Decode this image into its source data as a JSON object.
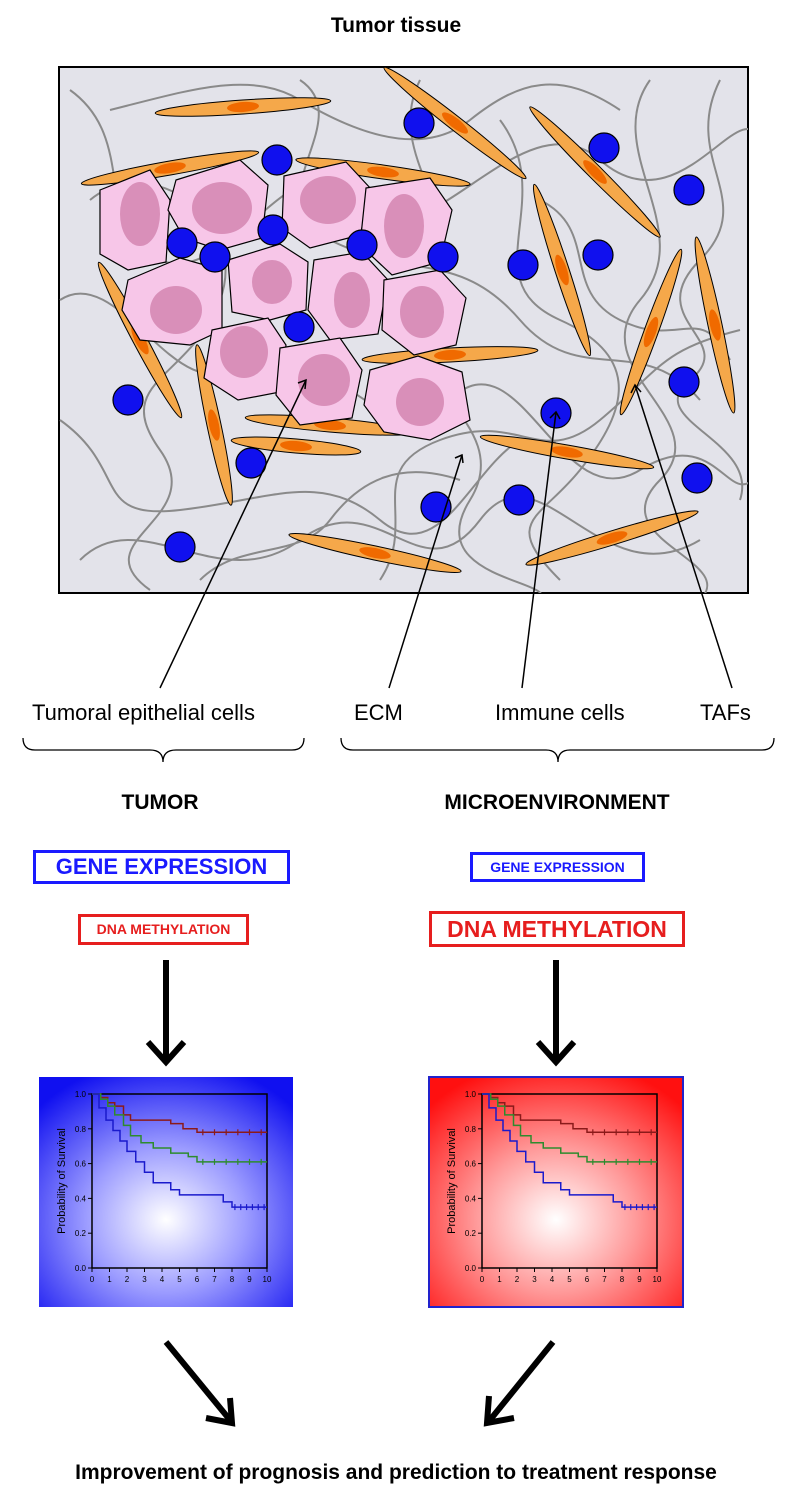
{
  "title": "Tumor tissue",
  "labels": {
    "tumoral_epithelial": "Tumoral epithelial cells",
    "ecm": "ECM",
    "immune": "Immune cells",
    "tafs": "TAFs"
  },
  "groups": {
    "tumor": "TUMOR",
    "microenvironment": "MICROENVIRONMENT"
  },
  "boxes": {
    "left_gene": "GENE EXPRESSION",
    "left_dna": "DNA METHYLATION",
    "right_gene": "GENE EXPRESSION",
    "right_dna": "DNA METHYLATION"
  },
  "colors": {
    "gene_blue": "#1a1aff",
    "dna_red": "#e61e1e",
    "tissue_bg": "#e3e3ea",
    "tumor_cell": "#f7c6e8",
    "nucleus": "#d98fb9",
    "immune": "#1010ee",
    "taf": "#f5a84a",
    "taf_nucleus": "#f06a00"
  },
  "footer": "Improvement of prognosis and prediction to treatment response",
  "chart_data": [
    {
      "type": "line",
      "step": true,
      "background": "blue",
      "ylabel": "Probability of Survival",
      "xlim": [
        0,
        10
      ],
      "ylim": [
        0,
        1.0
      ],
      "x_ticks": [
        "0",
        "1",
        "2",
        "3",
        "4",
        "5",
        "6",
        "7",
        "8",
        "9",
        "10"
      ],
      "y_ticks": [
        "0.0",
        "0.2",
        "0.4",
        "0.6",
        "0.8",
        "1.0"
      ],
      "series": [
        {
          "color": "#8b1a1a",
          "x": [
            0,
            0.5,
            0.9,
            1.3,
            1.8,
            2.2,
            4.5,
            5.2,
            6.0,
            10
          ],
          "y": [
            1.0,
            0.98,
            0.95,
            0.93,
            0.88,
            0.85,
            0.83,
            0.8,
            0.78,
            0.78
          ]
        },
        {
          "color": "#2e8b2e",
          "x": [
            0,
            0.5,
            0.9,
            1.3,
            1.8,
            2.2,
            2.8,
            3.5,
            4.5,
            5.5,
            6.0,
            10
          ],
          "y": [
            1.0,
            0.97,
            0.93,
            0.88,
            0.82,
            0.76,
            0.72,
            0.69,
            0.66,
            0.64,
            0.61,
            0.61
          ]
        },
        {
          "color": "#1a1acc",
          "x": [
            0,
            0.4,
            0.8,
            1.2,
            1.6,
            2.0,
            2.5,
            3.0,
            3.5,
            4.5,
            5.0,
            7.5,
            8.0,
            10
          ],
          "y": [
            1.0,
            0.92,
            0.85,
            0.79,
            0.73,
            0.67,
            0.61,
            0.55,
            0.49,
            0.45,
            0.42,
            0.38,
            0.35,
            0.35
          ]
        }
      ]
    },
    {
      "type": "line",
      "step": true,
      "background": "red",
      "ylabel": "Probability of Survival",
      "xlim": [
        0,
        10
      ],
      "ylim": [
        0,
        1.0
      ],
      "x_ticks": [
        "0",
        "1",
        "2",
        "3",
        "4",
        "5",
        "6",
        "7",
        "8",
        "9",
        "10"
      ],
      "y_ticks": [
        "0.0",
        "0.2",
        "0.4",
        "0.6",
        "0.8",
        "1.0"
      ],
      "series": [
        {
          "color": "#8b1a1a",
          "x": [
            0,
            0.5,
            0.9,
            1.3,
            1.8,
            2.2,
            4.5,
            5.2,
            6.0,
            10
          ],
          "y": [
            1.0,
            0.98,
            0.95,
            0.93,
            0.88,
            0.85,
            0.83,
            0.8,
            0.78,
            0.78
          ]
        },
        {
          "color": "#2e8b2e",
          "x": [
            0,
            0.5,
            0.9,
            1.3,
            1.8,
            2.2,
            2.8,
            3.5,
            4.5,
            5.5,
            6.0,
            10
          ],
          "y": [
            1.0,
            0.97,
            0.93,
            0.88,
            0.82,
            0.76,
            0.72,
            0.69,
            0.66,
            0.64,
            0.61,
            0.61
          ]
        },
        {
          "color": "#1a1acc",
          "x": [
            0,
            0.4,
            0.8,
            1.2,
            1.6,
            2.0,
            2.5,
            3.0,
            3.5,
            4.5,
            5.0,
            7.5,
            8.0,
            10
          ],
          "y": [
            1.0,
            0.92,
            0.85,
            0.79,
            0.73,
            0.67,
            0.61,
            0.55,
            0.49,
            0.45,
            0.42,
            0.38,
            0.35,
            0.35
          ]
        }
      ]
    }
  ]
}
